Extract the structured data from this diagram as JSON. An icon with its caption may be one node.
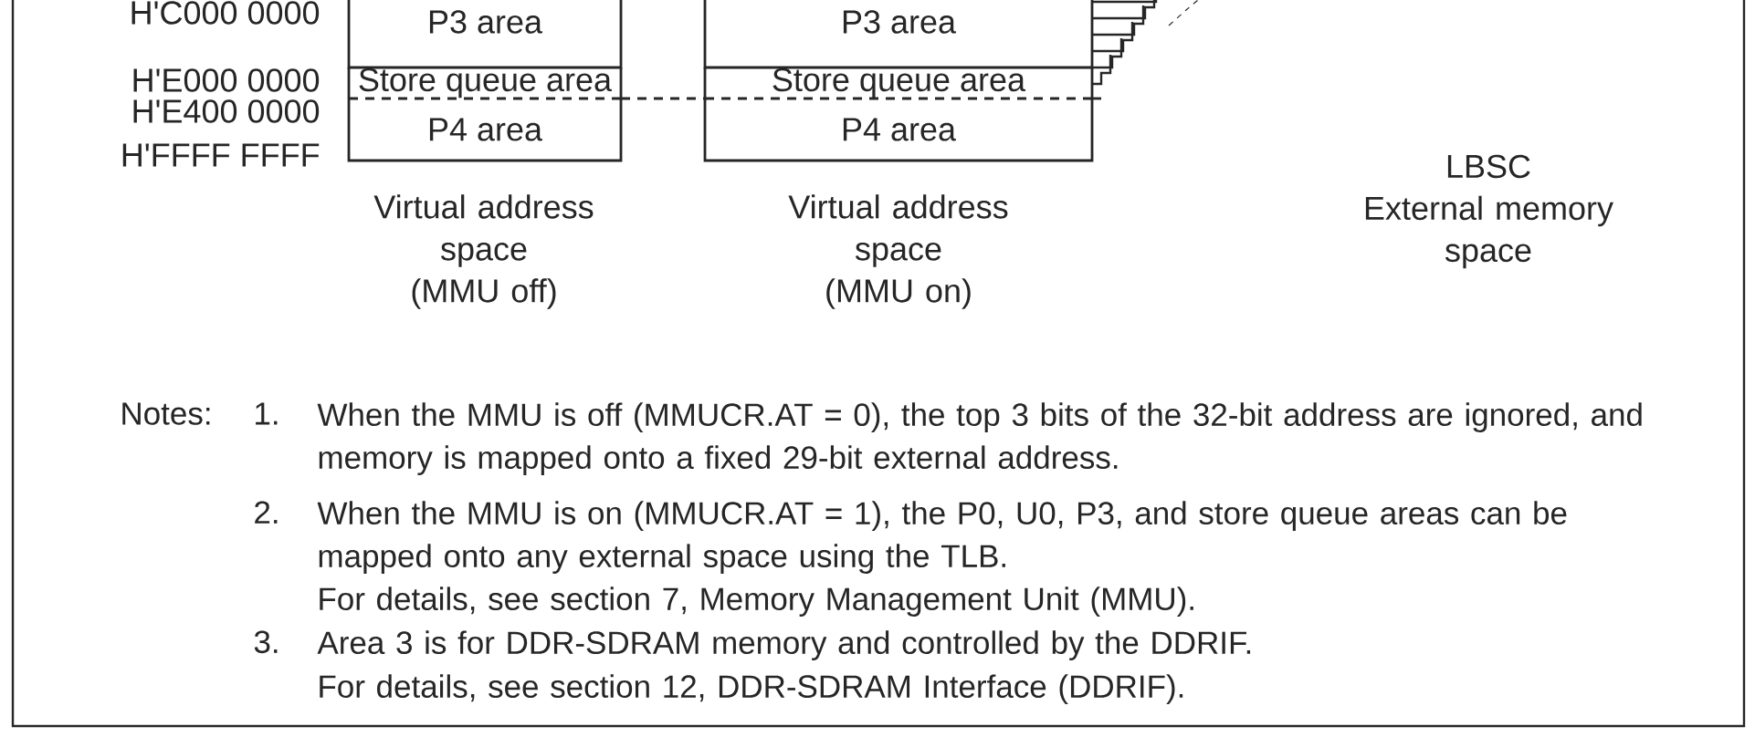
{
  "diagram": {
    "nodes": [
      {
        "text": [
          "P3 area"
        ]
      },
      {
        "text": [
          "Store queue area"
        ]
      },
      {
        "text": [
          "P4 area"
        ]
      },
      {
        "text": [
          "P3 area"
        ]
      },
      {
        "text": [
          "Store queue area"
        ]
      },
      {
        "text": [
          "P4 area"
        ]
      }
    ],
    "labels": [
      "H'C000 0000",
      "H'E000 0000",
      "H'E400 0000",
      "H'FFFF FFFF",
      "Virtual address space (MMU off)",
      "Virtual address space (MMU on)",
      "LBSC External memory space",
      "Notes:",
      "1.",
      "When the MMU is off (MMUCR.AT = 0), the top 3 bits of the 32-bit address are ignored, and memory is mapped onto a fixed 29-bit external address.",
      "2.",
      "When the MMU is on (MMUCR.AT = 1), the P0, U0, P3, and store queue areas can be mapped onto any external space using the TLB.",
      "For details, see section 7, Memory Management Unit (MMU).",
      "3.",
      "Area 3 is for DDR-SDRAM memory and controlled by the DDRIF.",
      "For details, see section 12, DDR-SDRAM Interface (DDRIF)."
    ]
  }
}
